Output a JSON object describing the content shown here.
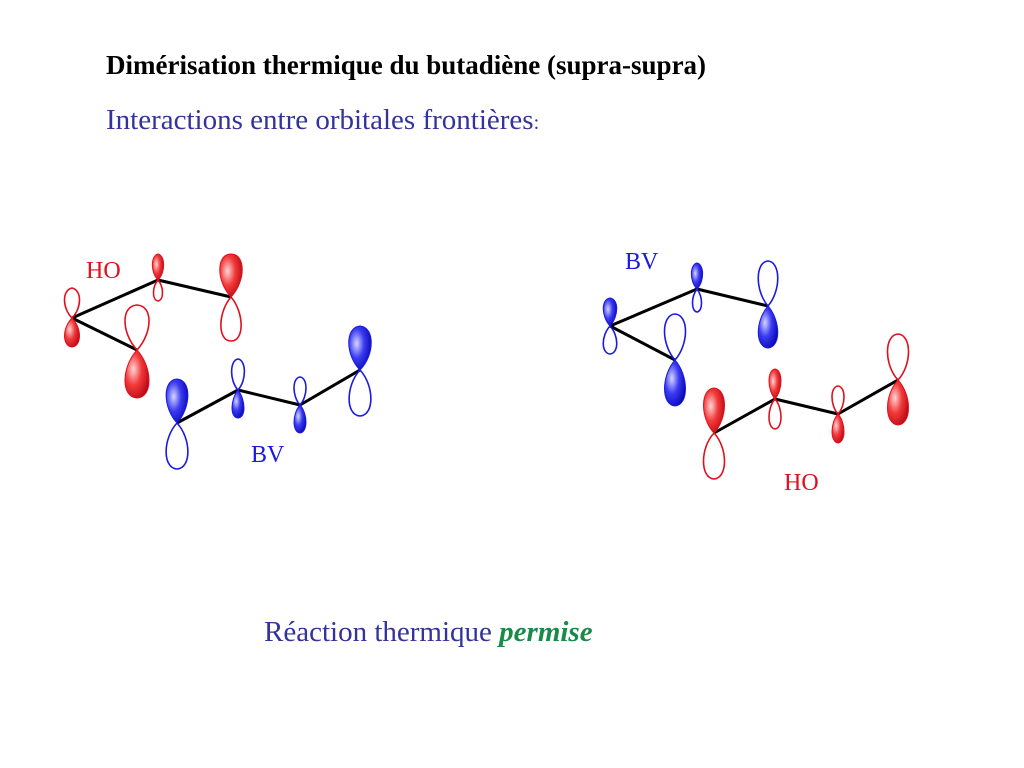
{
  "slide": {
    "title": "Dimérisation thermique du butadiène (supra-supra)",
    "subtitle": "Interactions entre orbitales frontières",
    "subtitle_colon": ":",
    "conclusion_prefix": "Réaction thermique",
    "conclusion_emphasis": "permise"
  },
  "diagram": {
    "left_pair": {
      "upper_label": "HO",
      "lower_label": "BV"
    },
    "right_pair": {
      "upper_label": "BV",
      "lower_label": "HO"
    }
  },
  "colors": {
    "ho_orbital": "#e0101e",
    "bv_orbital": "#1a1ae0",
    "bond": "#000000",
    "subtitle": "#333399",
    "emphasis": "#1a8a4a"
  }
}
